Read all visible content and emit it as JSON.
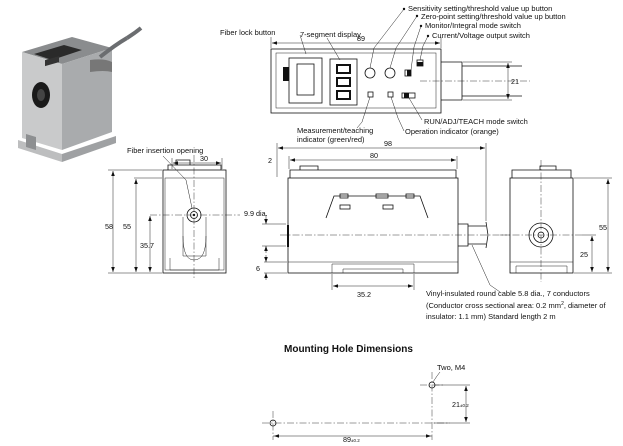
{
  "callouts": {
    "sensitivity": "Sensitivity setting/threshold value up button",
    "zero_point": "Zero-point setting/threshold value up button",
    "monitor": "Monitor/Integral mode switch",
    "current_voltage": "Current/Voltage output switch",
    "fiber_lock": "Fiber lock button",
    "seven_segment": "7-segment display",
    "run_adj_teach": "RUN/ADJ/TEACH mode switch",
    "measurement_1": "Measurement/teaching",
    "measurement_2": "indicator (green/red)",
    "operation": "Operation indicator (orange)",
    "fiber_insertion": "Fiber insertion opening",
    "cable_1": "Vinyl-insulated round cable 5.8 dia., 7 conductors",
    "cable_2a": "(Conductor cross sectional area: 0.2 mm",
    "cable_2sup": "2",
    "cable_2b": ", diameter of",
    "cable_3": "insulator: 1.1 mm) Standard length 2 m"
  },
  "dimensions": {
    "top_width": "89",
    "top_height": "21",
    "front_total": "98",
    "front_offset": "2",
    "front_body": "80",
    "front_hole": "9.9 dia.",
    "front_base": "6",
    "front_rail": "35.2",
    "left_width": "30",
    "left_height": "58",
    "left_mid": "55",
    "left_center": "35.7",
    "right_height": "55",
    "right_center": "25"
  },
  "mounting": {
    "title": "Mounting Hole Dimensions",
    "holes": "Two, M4",
    "v_dim": "21",
    "v_tol": "±0.2",
    "h_dim": "89",
    "h_tol": "±0.2"
  }
}
